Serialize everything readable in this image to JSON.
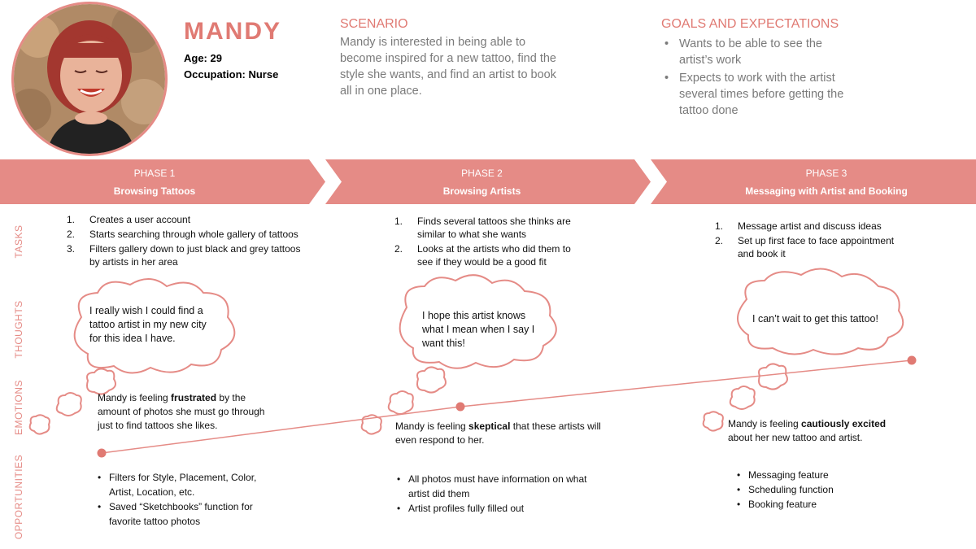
{
  "persona": {
    "name": "MANDY",
    "age": "Age: 29",
    "occupation": "Occupation: Nurse"
  },
  "scenario": {
    "title": "SCENARIO",
    "lines": [
      "Mandy is interested in being able to",
      "become inspired for a new tattoo, find the",
      "style she wants, and find an artist to book",
      "all in one place."
    ]
  },
  "goals": {
    "title": "GOALS AND EXPECTATIONS",
    "items": [
      {
        "line1": "Wants to be able to see the",
        "line2": "artist’s work"
      },
      {
        "line1": "Expects to work with the artist",
        "line2": "several times before getting the",
        "line3": "tattoo done"
      }
    ]
  },
  "phases": [
    {
      "label": "PHASE 1",
      "name": "Browsing Tattoos"
    },
    {
      "label": "PHASE 2",
      "name": "Browsing Artists"
    },
    {
      "label": "PHASE 3",
      "name": "Messaging with Artist and Booking"
    }
  ],
  "row_labels": {
    "tasks": "TASKS",
    "thoughts": "THOUGHTS",
    "emotions": "EMOTIONS",
    "opportunities": "OPPORTUNITIES"
  },
  "tasks": [
    [
      {
        "num": "1.",
        "line1": "Creates a user account"
      },
      {
        "num": "2.",
        "line1": "Starts searching through whole gallery of tattoos"
      },
      {
        "num": "3.",
        "line1": "Filters gallery down to just black and grey tattoos",
        "line2": "by artists in her area"
      }
    ],
    [
      {
        "num": "1.",
        "line1": "Finds several tattoos she thinks are",
        "line2": "similar to what she wants"
      },
      {
        "num": "2.",
        "line1": "Looks at the artists who did them to",
        "line2": "see if they would be a good fit"
      }
    ],
    [
      {
        "num": "1.",
        "line1": "Message artist and discuss ideas"
      },
      {
        "num": "2.",
        "line1": "Set up first face to face appointment",
        "line2": "and book it"
      }
    ]
  ],
  "thoughts": [
    {
      "line1": "I really wish I could find a",
      "line2": "tattoo artist in my new city",
      "line3": "for this idea I have."
    },
    {
      "line1": "I hope this artist knows",
      "line2": "what I mean when I say I",
      "line3": "want this!"
    },
    {
      "line1": "I can’t wait to get this tattoo!"
    }
  ],
  "emotions": [
    {
      "pre": "Mandy is feeling ",
      "word": "frustrated",
      "post": " by the",
      "line2": "amount of photos she must go through",
      "line3": "just to find tattoos she likes."
    },
    {
      "pre": "Mandy is feeling ",
      "word": "skeptical",
      "post": " that these artists will",
      "line2": "even respond to her."
    },
    {
      "pre": "Mandy is feeling ",
      "word": "cautiously excited",
      "post": "",
      "line2": "about her new tattoo and artist."
    }
  ],
  "emotion_curve": {
    "levels": [
      1,
      2,
      3
    ]
  },
  "opportunities": [
    [
      {
        "line1": "Filters for Style, Placement, Color,",
        "line2": "Artist, Location, etc."
      },
      {
        "line1": "Saved “Sketchbooks” function for",
        "line2": "favorite tattoo photos"
      }
    ],
    [
      {
        "line1": "All photos must have information on what",
        "line2": "artist did them"
      },
      {
        "line1": "Artist profiles fully filled out"
      }
    ],
    [
      {
        "line1": "Messaging feature"
      },
      {
        "line1": "Scheduling function"
      },
      {
        "line1": "Booking feature"
      }
    ]
  ],
  "colors": {
    "accent": "#e07a73",
    "band": "#e58b86",
    "text_gray": "#7a7a7a"
  }
}
